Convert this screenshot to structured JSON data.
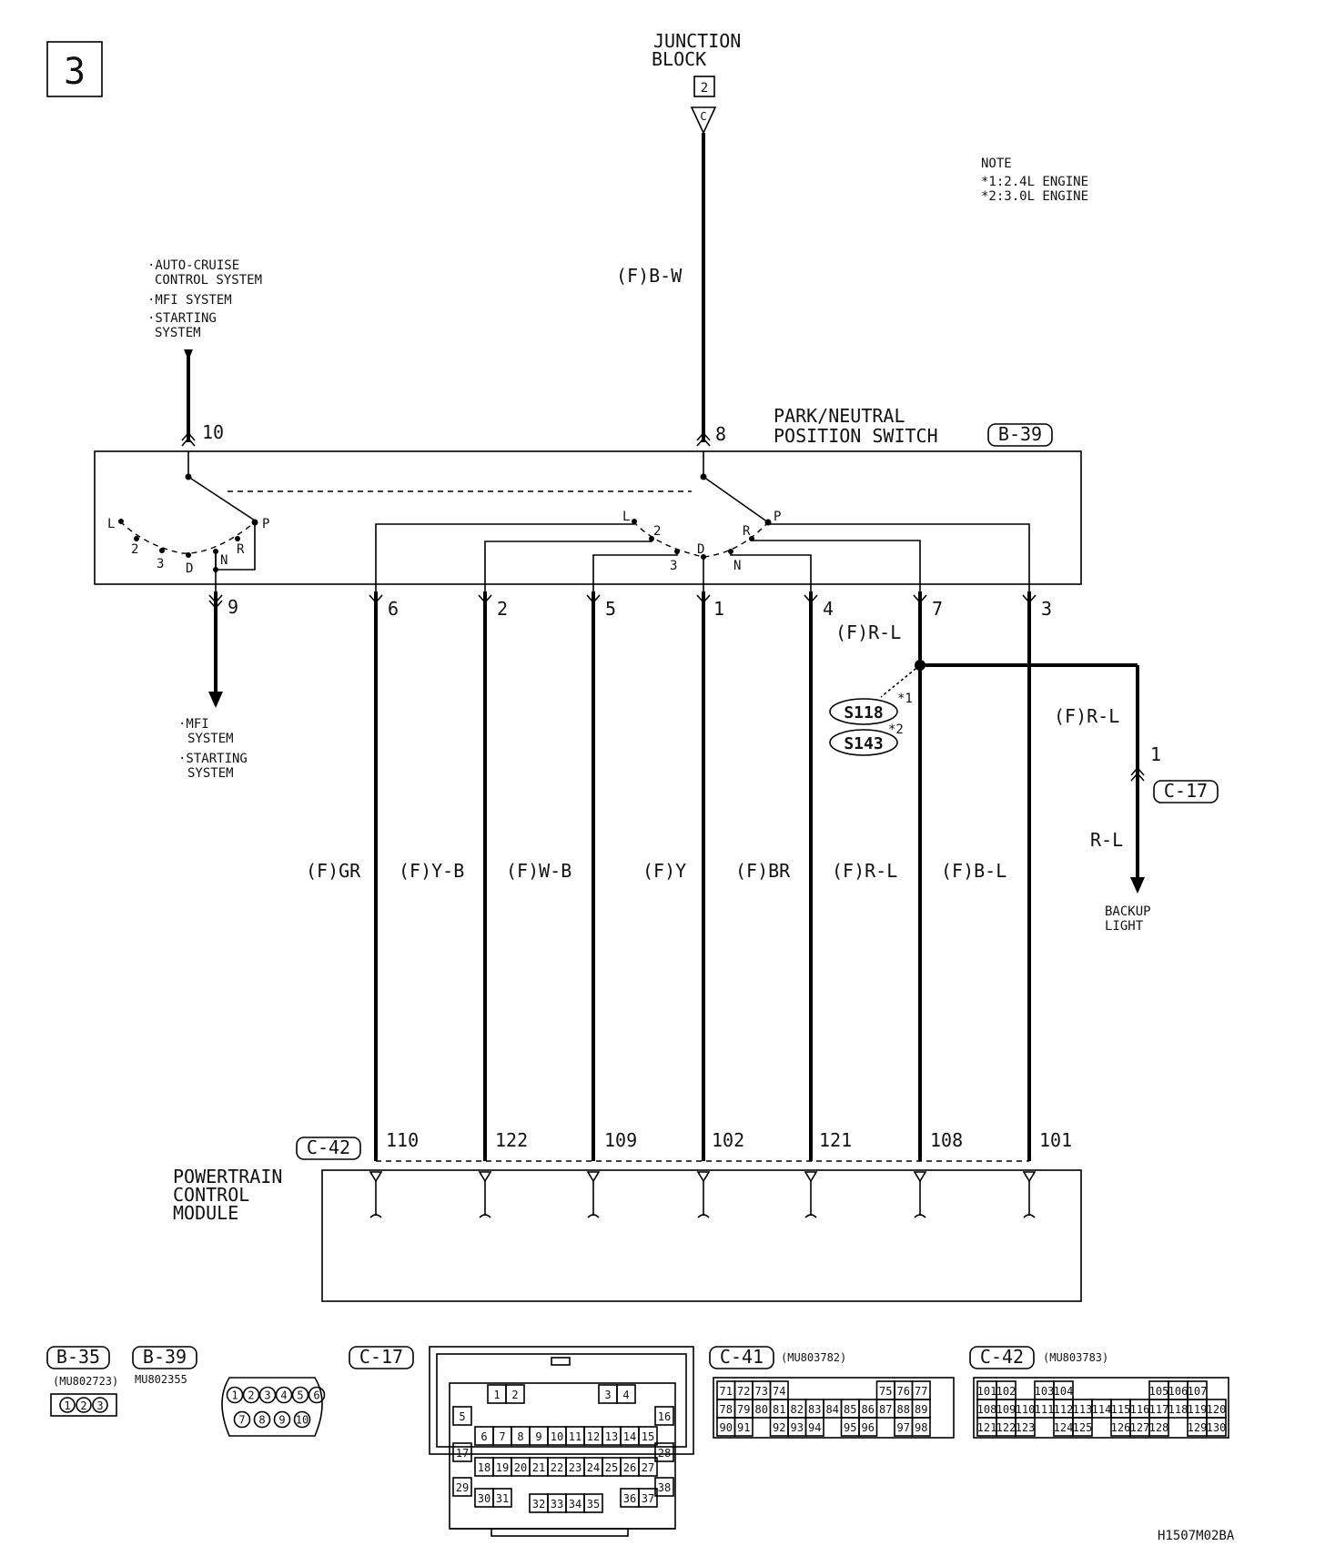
{
  "page_label": "3",
  "junction_block": {
    "title_line1": "JUNCTION",
    "title_line2": "BLOCK",
    "connector_box": "2",
    "terminal": "C",
    "wire": "(F)B-W",
    "pin": "8"
  },
  "note": {
    "heading": "NOTE",
    "line1": "*1:2.4L ENGINE",
    "line2": "*2:3.0L ENGINE"
  },
  "top_left_systems": {
    "line1": "·AUTO-CRUISE",
    "line2": "CONTROL SYSTEM",
    "line3": "·MFI SYSTEM",
    "line4": "·STARTING",
    "line5": "SYSTEM",
    "pin": "10"
  },
  "switch": {
    "title_line1": "PARK/NEUTRAL",
    "title_line2": "POSITION SWITCH",
    "connector": "B-39",
    "left_positions": [
      "L",
      "2",
      "3",
      "D",
      "N",
      "R",
      "P"
    ],
    "right_positions": [
      "L",
      "2",
      "3",
      "D",
      "N",
      "R",
      "P"
    ]
  },
  "bottom_left_systems": {
    "pin": "9",
    "line1": "·MFI",
    "line2": "SYSTEM",
    "line3": "·STARTING",
    "line4": "SYSTEM"
  },
  "wires": [
    {
      "switch_pin": "6",
      "color": "(F)GR",
      "pcm_pin": "110"
    },
    {
      "switch_pin": "2",
      "color": "(F)Y-B",
      "pcm_pin": "122"
    },
    {
      "switch_pin": "5",
      "color": "(F)W-B",
      "pcm_pin": "109"
    },
    {
      "switch_pin": "1",
      "color": "(F)Y",
      "pcm_pin": "102"
    },
    {
      "switch_pin": "4",
      "color": "(F)BR",
      "pcm_pin": "121"
    },
    {
      "switch_pin": "7",
      "color": "(F)R-L",
      "pcm_pin": "108"
    },
    {
      "switch_pin": "3",
      "color": "(F)B-L",
      "pcm_pin": "101"
    }
  ],
  "splice": {
    "wire_label": "(F)R-L",
    "s1": "S118",
    "s1_note": "*1",
    "s2": "S143",
    "s2_note": "*2"
  },
  "backup": {
    "wire_upper": "(F)R-L",
    "pin": "1",
    "connector": "C-17",
    "wire_lower": "R-L",
    "line1": "BACKUP",
    "line2": "LIGHT"
  },
  "pcm": {
    "connector": "C-42",
    "line1": "POWERTRAIN",
    "line2": "CONTROL",
    "line3": "MODULE"
  },
  "connector_views": {
    "b35": {
      "label": "B-35",
      "part": "(MU802723)",
      "pins": [
        "1",
        "2",
        "3"
      ]
    },
    "b39": {
      "label": "B-39",
      "part": "MU802355",
      "pins": [
        "1",
        "2",
        "3",
        "4",
        "5",
        "6",
        "7",
        "8",
        "9",
        "10"
      ]
    },
    "c17": {
      "label": "C-17",
      "rows": [
        [
          "1",
          "2",
          "3",
          "4"
        ],
        [
          "5",
          "6",
          "7",
          "8",
          "9",
          "10",
          "11",
          "12",
          "13",
          "14",
          "15",
          "16"
        ],
        [
          "17",
          "18",
          "19",
          "20",
          "21",
          "22",
          "23",
          "24",
          "25",
          "26",
          "27",
          "28"
        ],
        [
          "29",
          "30",
          "31",
          "32",
          "33",
          "34",
          "35",
          "36",
          "37",
          "38"
        ]
      ]
    },
    "c41": {
      "label": "C-41",
      "part": "(MU803782)",
      "rows": [
        [
          "71",
          "72",
          "73",
          "74",
          "75",
          "76",
          "77"
        ],
        [
          "78",
          "79",
          "80",
          "81",
          "82",
          "83",
          "84",
          "85",
          "86",
          "87",
          "88",
          "89"
        ],
        [
          "90",
          "91",
          "92",
          "93",
          "94",
          "95",
          "96",
          "97",
          "98"
        ]
      ]
    },
    "c42": {
      "label": "C-42",
      "part": "(MU803783)",
      "rows": [
        [
          "101",
          "102",
          "103",
          "104",
          "105",
          "106",
          "107"
        ],
        [
          "108",
          "109",
          "110",
          "111",
          "112",
          "113",
          "114",
          "115",
          "116",
          "117",
          "118",
          "119",
          "120"
        ],
        [
          "121",
          "122",
          "123",
          "124",
          "125",
          "126",
          "127",
          "128",
          "129",
          "130"
        ]
      ]
    }
  },
  "figure_code": "H1507M02BA"
}
